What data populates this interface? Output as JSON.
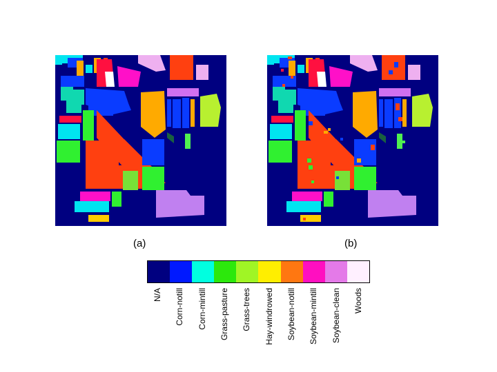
{
  "captions": {
    "a": "(a)",
    "b": "(b)"
  },
  "legend": {
    "classes": [
      {
        "label": "N/A",
        "color": "#000080"
      },
      {
        "label": "Corn-notill",
        "color": "#0019ff"
      },
      {
        "label": "Corn-mintill",
        "color": "#00ffe0"
      },
      {
        "label": "Grass-pasture",
        "color": "#2ce80c"
      },
      {
        "label": "Grass-trees",
        "color": "#a0f525"
      },
      {
        "label": "Hay-windrowed",
        "color": "#ffee00"
      },
      {
        "label": "Soybean-notill",
        "color": "#ff7711"
      },
      {
        "label": "Soybean-mintill",
        "color": "#ff0fc0"
      },
      {
        "label": "Soybean-clean",
        "color": "#e47ae8"
      },
      {
        "label": "Woods",
        "color": "#fff0ff"
      }
    ]
  },
  "palette": {
    "navy": "#000080",
    "cyan": "#00e5f0",
    "teal": "#10d8b0",
    "blue": "#0a3cff",
    "yellow_orange": "#ffaa00",
    "orange_red": "#ff4010",
    "red": "#ff1040",
    "magenta": "#ff10c8",
    "light_violet": "#eeb0f0",
    "violet": "#d070f0",
    "lime": "#b8f030",
    "green": "#30f030",
    "grass": "#78e038",
    "white": "#ffffff",
    "gold": "#ffcc00",
    "dark_green": "#1a6040",
    "light_green": "#50f050",
    "pale_violet": "#c080f0"
  }
}
